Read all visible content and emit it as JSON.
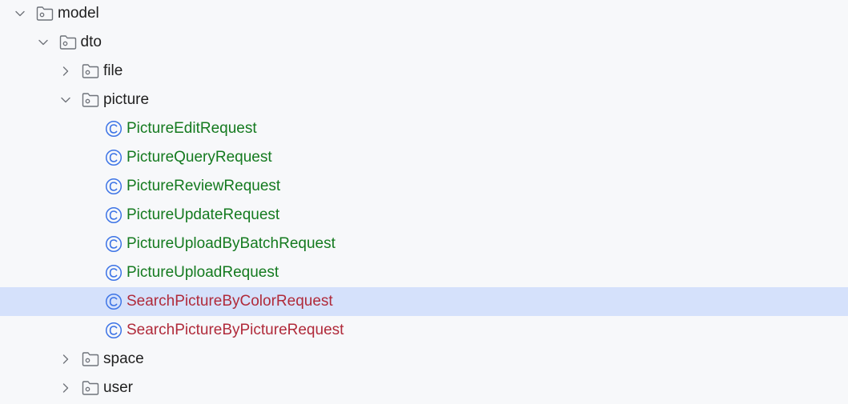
{
  "colors": {
    "background": "#f7f8fa",
    "selection": "#d5e1fb",
    "class_icon": "#3d74e6",
    "added_file_text": "#147a1f",
    "modified_file_text": "#b02a3a"
  },
  "tree": {
    "nodes": [
      {
        "label": "model",
        "kind": "folder",
        "expanded": true,
        "depth": 0
      },
      {
        "label": "dto",
        "kind": "folder",
        "expanded": true,
        "depth": 1
      },
      {
        "label": "file",
        "kind": "folder",
        "expanded": false,
        "depth": 2
      },
      {
        "label": "picture",
        "kind": "folder",
        "expanded": true,
        "depth": 2
      },
      {
        "label": "PictureEditRequest",
        "kind": "class",
        "status": "green",
        "depth": 3
      },
      {
        "label": "PictureQueryRequest",
        "kind": "class",
        "status": "green",
        "depth": 3
      },
      {
        "label": "PictureReviewRequest",
        "kind": "class",
        "status": "green",
        "depth": 3
      },
      {
        "label": "PictureUpdateRequest",
        "kind": "class",
        "status": "green",
        "depth": 3
      },
      {
        "label": "PictureUploadByBatchRequest",
        "kind": "class",
        "status": "green",
        "depth": 3
      },
      {
        "label": "PictureUploadRequest",
        "kind": "class",
        "status": "green",
        "depth": 3
      },
      {
        "label": "SearchPictureByColorRequest",
        "kind": "class",
        "status": "red",
        "depth": 3,
        "selected": true
      },
      {
        "label": "SearchPictureByPictureRequest",
        "kind": "class",
        "status": "red",
        "depth": 3
      },
      {
        "label": "space",
        "kind": "folder",
        "expanded": false,
        "depth": 2
      },
      {
        "label": "user",
        "kind": "folder",
        "expanded": false,
        "depth": 2
      }
    ]
  }
}
